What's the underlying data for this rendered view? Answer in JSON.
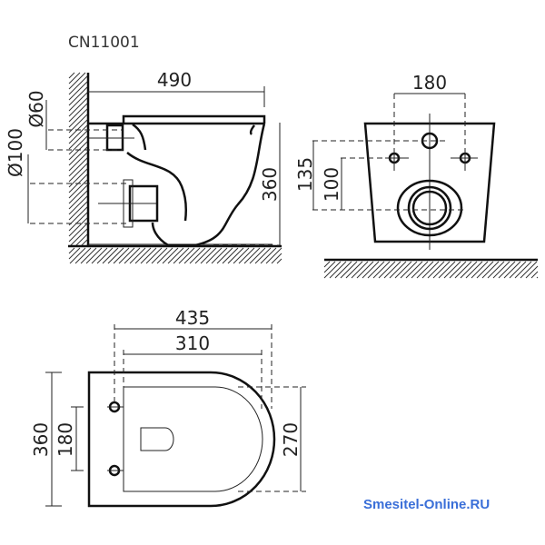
{
  "title": "CN11001",
  "watermark": {
    "text": "Smesitel-Online.RU",
    "color": "#3a6fd8"
  },
  "side_view": {
    "width": "490",
    "height": "360",
    "inlet_diameter": "Ø60",
    "outlet_diameter": "Ø100"
  },
  "front_view": {
    "bolt_spacing": "180",
    "inlet_height": "135",
    "outlet_height": "100"
  },
  "top_view": {
    "length": "435",
    "bolt_to_front": "310",
    "width": "360",
    "bolt_spacing": "180",
    "seat_width": "270"
  }
}
